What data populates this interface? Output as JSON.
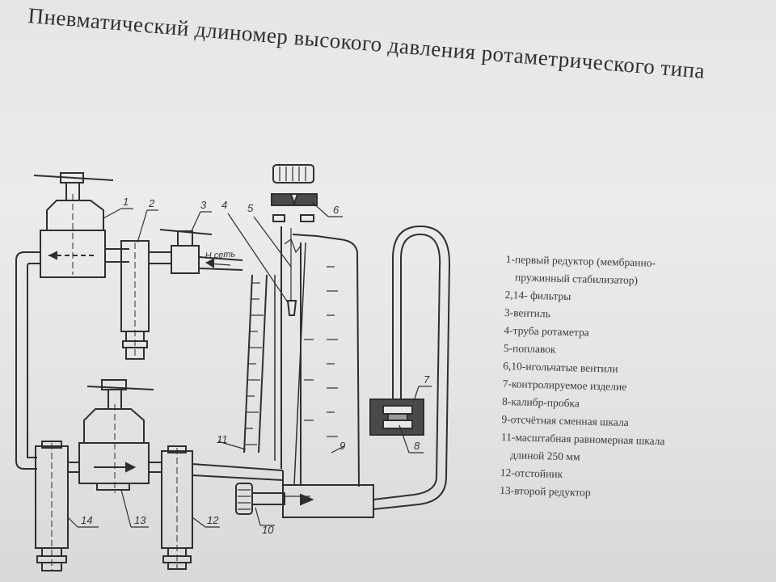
{
  "title": "Пневматический длиномер высокого давления ротаметрического типа",
  "callouts": {
    "c1": "1",
    "c2": "2",
    "c3": "3",
    "c4": "4",
    "c5": "5",
    "c6": "6",
    "c7": "7",
    "c8": "8",
    "c9": "9",
    "c10": "10",
    "c11": "11",
    "c12": "12",
    "c13": "13",
    "c14": "14"
  },
  "inlet_label": "Н сеть",
  "legend": [
    "1-первый редуктор (мембранно-",
    "пружинный стабилизатор)",
    "2,14- фильтры",
    "3-вентиль",
    "4-труба ротаметра",
    "5-поплавок",
    "6,10-игольчатые вентили",
    "7-контролируемое изделие",
    "8-калибр-пробка",
    "9-отсчётная сменная шкала",
    "11-масштабная равномерная шкала",
    "длиной 250 мм",
    "12-отстойник",
    "13-второй редуктор"
  ],
  "colors": {
    "ink": "#2f2f2f",
    "paper": "#e8e8e8"
  }
}
